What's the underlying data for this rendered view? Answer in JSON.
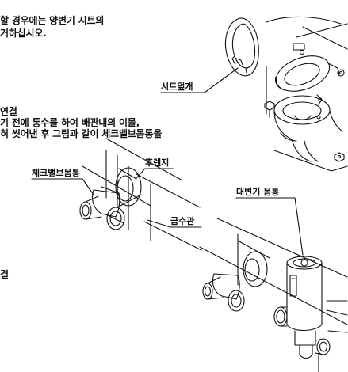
{
  "intro": {
    "line1": "할 경우에는 양변기 시트의",
    "line2": "거하십시오."
  },
  "labels": {
    "seat_cover": "시트덮개",
    "check_valve_body": "체크밸브몸통",
    "flange": "후렌지",
    "supply_pipe": "급수관",
    "toilet_body": "대변기 몸통"
  },
  "section_connect": {
    "title": "연결",
    "line1": "기 전에 통수를 하여 배관내의 이물,",
    "line2": "히 씻어낸 후 그림과 같이 체크밸브몸통을"
  },
  "section_bottom": {
    "title": "결"
  }
}
